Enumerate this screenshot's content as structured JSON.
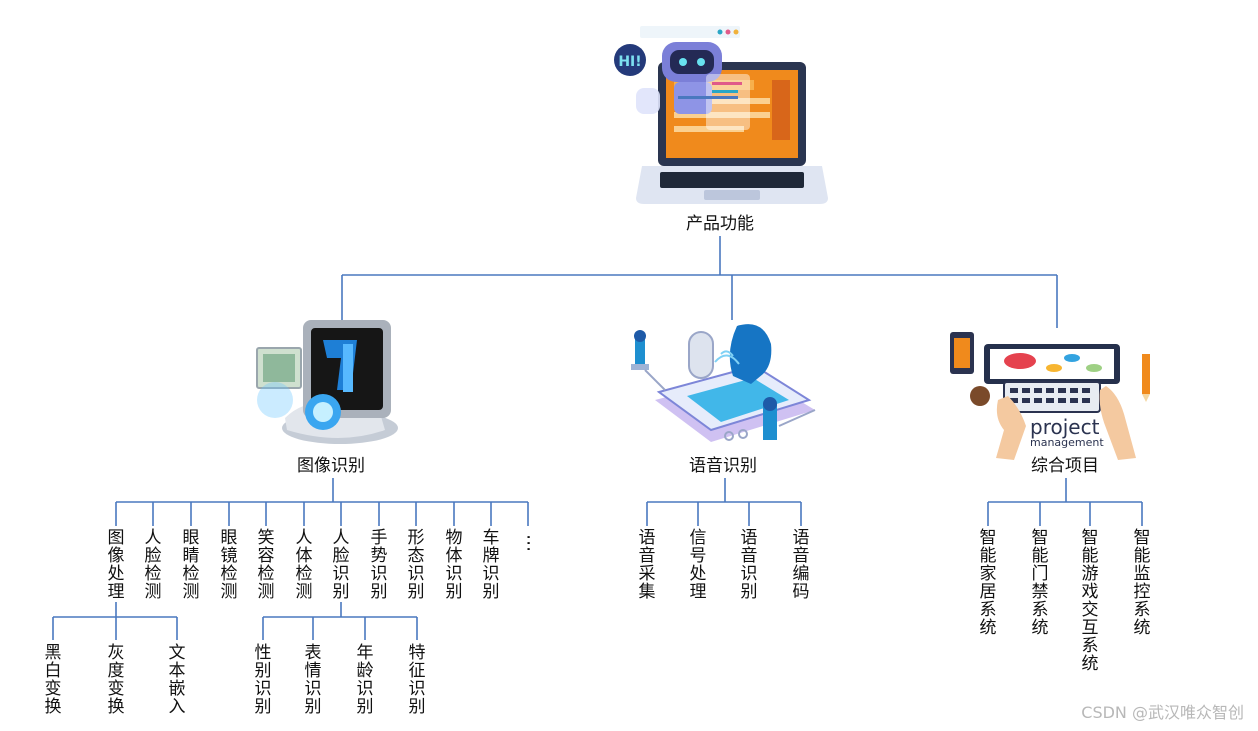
{
  "root": {
    "label": "产品功能"
  },
  "categories": [
    {
      "label": "图像识别",
      "children": [
        "图像处理",
        "人脸检测",
        "眼睛检测",
        "眼镜检测",
        "笑容检测",
        "人体检测",
        "人脸识别",
        "手势识别",
        "形态识别",
        "物体识别",
        "车牌识别",
        "⋯"
      ],
      "sub_image_processing": [
        "黑白变换",
        "灰度变换",
        "文本嵌入"
      ],
      "sub_face_recognition": [
        "性别识别",
        "表情识别",
        "年龄识别",
        "特征识别"
      ]
    },
    {
      "label": "语音识别",
      "children": [
        "语音采集",
        "信号处理",
        "语音识别",
        "语音编码"
      ]
    },
    {
      "label": "综合项目",
      "children": [
        "智能家居系统",
        "智能门禁系统",
        "智能游戏交互系统",
        "智能监控系统"
      ],
      "illustration_text": [
        "project",
        "management"
      ]
    }
  ],
  "watermark": "CSDN @武汉唯众智创",
  "colors": {
    "line": "#4a78bf"
  }
}
